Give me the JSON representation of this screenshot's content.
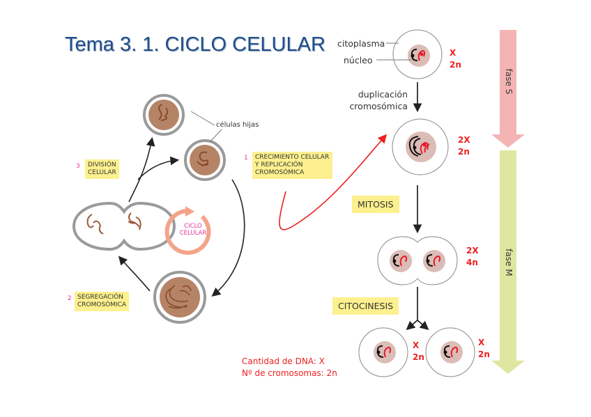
{
  "title": "Tema 3. 1. CICLO CELULAR",
  "cycle": {
    "center_label_line1": "CICLO",
    "center_label_line2": "CELULAR",
    "daughter_cells_label": "células hijas",
    "stages": [
      {
        "number": "1",
        "line1": "CRECIMIENTO CELULAR",
        "line2": "Y REPLICACIÓN",
        "line3": "CROMOSÓMICA"
      },
      {
        "number": "2",
        "line1": "SEGREGACIÓN",
        "line2": "CROMOSÓMICA"
      },
      {
        "number": "3",
        "line1": "DIVISIÓN",
        "line2": "CELULAR"
      }
    ]
  },
  "process": {
    "cytoplasm_label": "citoplasma",
    "nucleus_label": "núcleo",
    "duplication_line1": "duplicación",
    "duplication_line2": "cromosómica",
    "mitosis_label": "MITOSIS",
    "cytokinesis_label": "CITOCINESIS",
    "cells": [
      {
        "dna": "X",
        "chromosomes": "2n"
      },
      {
        "dna": "2X",
        "chromosomes": "2n"
      },
      {
        "dna": "2X",
        "chromosomes": "4n"
      },
      {
        "dna": "X",
        "chromosomes": "2n"
      },
      {
        "dna": "X",
        "chromosomes": "2n"
      }
    ]
  },
  "phases": {
    "s_phase": "fase S",
    "m_phase": "fase M"
  },
  "legend": {
    "line1": "Cantidad de DNA: X",
    "line2": "Nº de cromosomas: 2n"
  },
  "colors": {
    "title": "#1f4e8c",
    "highlight": "#fdf08e",
    "red": "#ee2020",
    "s_phase": "#f4b4b4",
    "m_phase": "#dfe6a0",
    "cycle_arrow": "#f3a489",
    "stage_number": "#e0359b"
  }
}
